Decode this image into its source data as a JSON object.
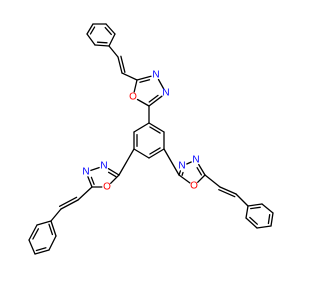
{
  "molecule": {
    "atoms": [
      {
        "id": "O1",
        "text": "O"
      },
      {
        "id": "N1a",
        "text": "N"
      },
      {
        "id": "N1b",
        "text": "N"
      },
      {
        "id": "O2",
        "text": "O"
      },
      {
        "id": "N2a",
        "text": "N"
      },
      {
        "id": "N2b",
        "text": "N"
      },
      {
        "id": "O3",
        "text": "O"
      },
      {
        "id": "N3a",
        "text": "N"
      },
      {
        "id": "N3b",
        "text": "N"
      }
    ]
  },
  "colors": {
    "bond": "#000000",
    "oxygen": "#ff0000",
    "nitrogen": "#0000ff",
    "background": "#ffffff"
  }
}
